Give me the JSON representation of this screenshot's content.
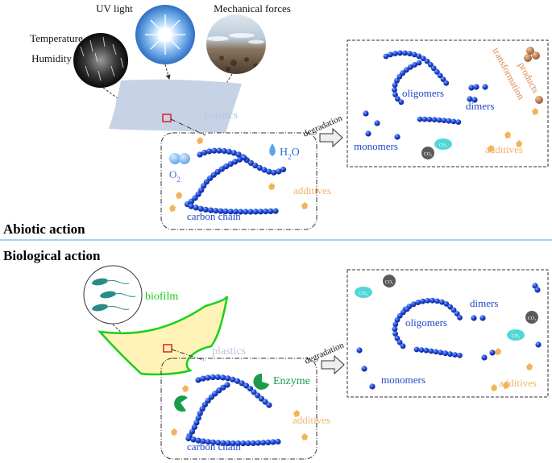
{
  "abiotic": {
    "heading": "Abiotic action",
    "factors": {
      "temperature": "Temperature",
      "humidity": "Humidity",
      "uv": "UV light",
      "mechanical": "Mechanical forces"
    },
    "plastics_label": "plastics",
    "degradation_label": "degradation",
    "zoom": {
      "o2_base": "O",
      "o2_sub": "2",
      "h2o_h": "H",
      "h2o_sub": "2",
      "h2o_o": "O",
      "additives": "additives",
      "carbon_chain": "carbon chain"
    },
    "products": {
      "oligomers": "oligomers",
      "dimers": "dimers",
      "monomers": "monomers",
      "additives": "additives",
      "transformation_line1": "transformation",
      "transformation_line2": "products",
      "co2": "CO₂",
      "ch4": "CH₄"
    }
  },
  "biological": {
    "heading": "Biological action",
    "biofilm_label": "biofilm",
    "plastics_label": "plastics",
    "degradation_label": "degradation",
    "zoom": {
      "enzyme": "Enzyme",
      "additives": "additives",
      "carbon_chain": "carbon chain"
    },
    "products": {
      "oligomers": "oligomers",
      "dimers": "dimers",
      "monomers": "monomers",
      "additives": "additives",
      "co2": "CO₂",
      "ch4": "CH₄"
    }
  },
  "colors": {
    "bead": "#1f45d6",
    "label_blue": "#2348c8",
    "additive": "#f2b35a",
    "additive_text": "#f0b469",
    "transformation": "#d98a55",
    "enzyme": "#1a9c4c",
    "biofilm": "#18d118",
    "ch4_fill": "#52d6d6",
    "co2_fill": "#5b5b5b",
    "divider": "#5aa0d8"
  }
}
